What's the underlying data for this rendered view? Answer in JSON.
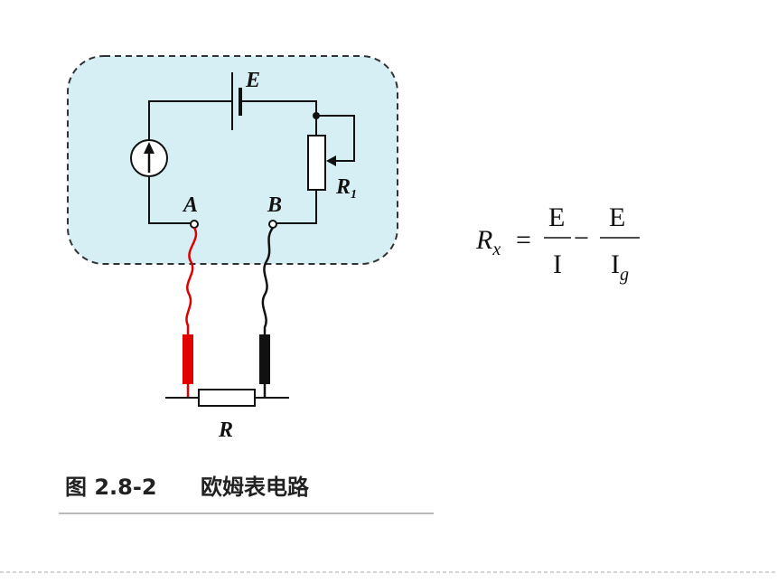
{
  "diagram": {
    "labels": {
      "battery": "E",
      "terminal_a": "A",
      "terminal_b": "B",
      "rheostat_main": "R",
      "rheostat_sub": "1",
      "external_resistor": "R"
    },
    "colors": {
      "panel_fill": "#d5eff5",
      "panel_border": "#333333",
      "lead_positive": "#e00000",
      "lead_negative": "#111111"
    }
  },
  "formula": {
    "lhs": "R",
    "lhs_sub": "x",
    "equals": "=",
    "frac1_num": "E",
    "frac1_den": "I",
    "minus": "−",
    "frac2_num": "E",
    "frac2_den": "I",
    "frac2_den_sub": "g"
  },
  "caption": {
    "figure_number": "图 2.8-2",
    "title": "欧姆表电路"
  }
}
